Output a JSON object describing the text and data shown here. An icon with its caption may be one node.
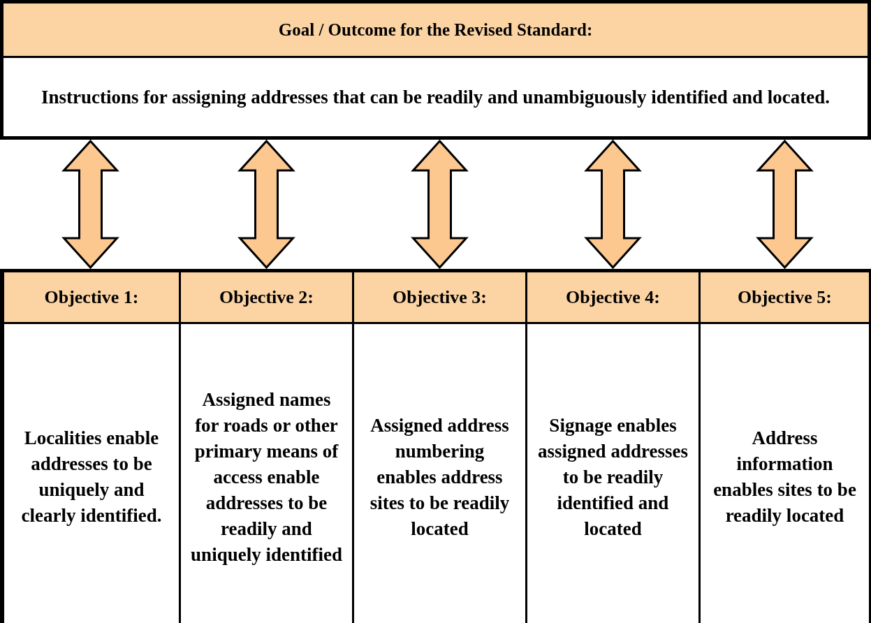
{
  "diagram": {
    "nodes": [
      {
        "text": [
          "Goal / Outcome for the Revised Standard:",
          "Instructions for assigning addresses that can be readily and unambiguously identified and located."
        ]
      },
      {
        "text": [
          "Objective 1:",
          "Localities enable addresses to be uniquely and clearly identified."
        ]
      },
      {
        "text": [
          "Objective 2:",
          "Assigned names for roads or other primary means of access enable addresses to be readily and uniquely identified"
        ]
      },
      {
        "text": [
          "Objective 3:",
          "Assigned address numbering enables address sites to be readily located"
        ]
      },
      {
        "text": [
          "Objective 4:",
          "Signage enables assigned addresses to be readily identified and located"
        ]
      },
      {
        "text": [
          "Objective 5:",
          "Address information enables sites to be readily located"
        ]
      }
    ],
    "edges": [
      {
        "from": 0,
        "to": 1,
        "arrow": "both"
      },
      {
        "from": 0,
        "to": 2,
        "arrow": "both"
      },
      {
        "from": 0,
        "to": 3,
        "arrow": "both"
      },
      {
        "from": 0,
        "to": 4,
        "arrow": "both"
      },
      {
        "from": 0,
        "to": 5,
        "arrow": "both"
      }
    ]
  }
}
